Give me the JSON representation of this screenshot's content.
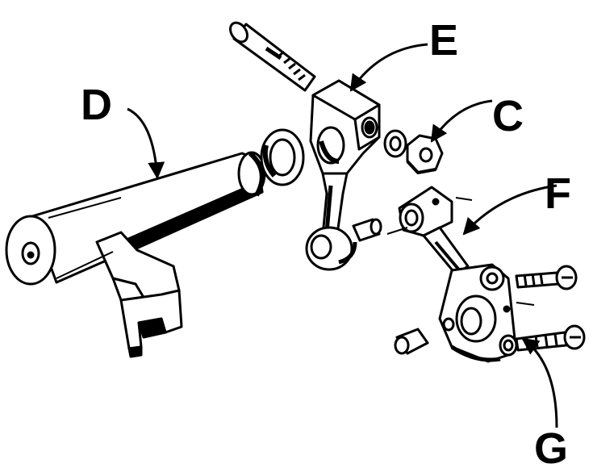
{
  "diagram": {
    "labels": {
      "C": "C",
      "D": "D",
      "E": "E",
      "F": "F",
      "G": "G"
    },
    "colors": {
      "ink": "#000000",
      "paper": "#ffffff"
    }
  }
}
